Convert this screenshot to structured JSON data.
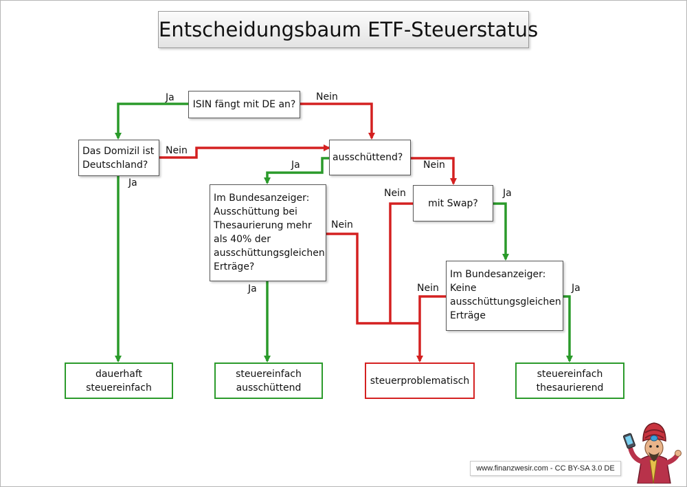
{
  "title": "Entscheidungsbaum ETF-Steuerstatus",
  "nodes": {
    "isin": "ISIN fängt mit DE an?",
    "domizil": "Das Domizil ist\nDeutschland?",
    "ausschuettend": "ausschüttend?",
    "bundesanzeiger_ausschuettung": "Im Bundesanzeiger:\nAusschüttung bei\nThesaurierung mehr\nals 40% der\nausschüttungsgleichen\nErträge?",
    "swap": "mit Swap?",
    "bundesanzeiger_keine": "Im Bundesanzeiger:\nKeine\nausschüttungsgleichen\nErträge"
  },
  "results": {
    "dauerhaft": "dauerhaft\nsteuereinfach",
    "steuereinfach_ausschuettend": "steuereinfach\nausschüttend",
    "steuerproblematisch": "steuerproblematisch",
    "steuereinfach_thesaurierend": "steuereinfach\nthesaurierend"
  },
  "labels": {
    "isin_ja": "Ja",
    "isin_nein": "Nein",
    "domizil_nein": "Nein",
    "domizil_ja": "Ja",
    "ausschuettend_ja": "Ja",
    "ausschuettend_nein": "Nein",
    "ba1_nein": "Nein",
    "ba1_ja": "Ja",
    "swap_nein": "Nein",
    "swap_ja": "Ja",
    "ba2_nein": "Nein",
    "ba2_ja": "Ja"
  },
  "colors": {
    "yes": "#2a9a2a",
    "no": "#d42020"
  },
  "credit": "www.finanzwesir.com -  CC BY-SA 3.0 DE"
}
